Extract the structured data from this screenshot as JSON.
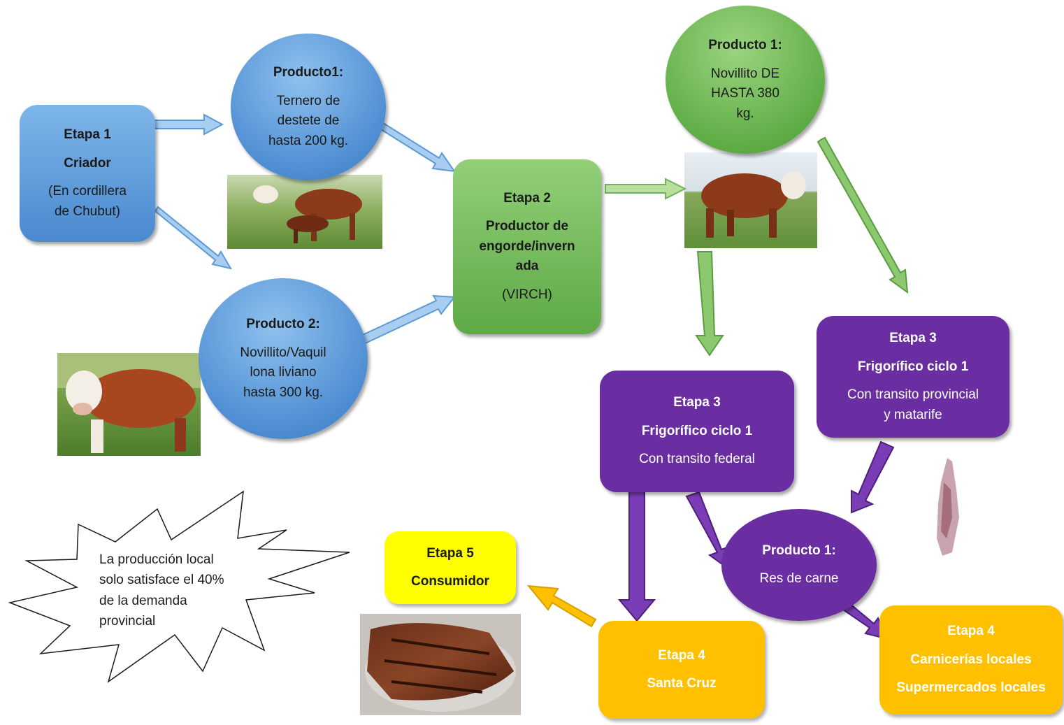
{
  "colors": {
    "blue": "#5b9bd5",
    "green": "#70b35a",
    "purple": "#6a2ea2",
    "orange": "#ffc000",
    "yellow": "#ffff00"
  },
  "nodes": {
    "etapa1": {
      "title": "Etapa 1",
      "subtitle": "Criador",
      "detail_1": "(En  cordillera",
      "detail_2": "de Chubut)"
    },
    "producto1_ternero": {
      "title": "Producto1:",
      "line_1": "Ternero de",
      "line_2": "destete de",
      "line_3": "hasta  200 kg."
    },
    "producto2_novillito": {
      "title": "Producto 2:",
      "line_1": "Novillito/Vaquil",
      "line_2": "lona liviano",
      "line_3": "hasta  300 kg."
    },
    "etapa2": {
      "title": "Etapa 2",
      "line_1": "Productor de",
      "line_2": "engorde/invern",
      "line_3": "ada",
      "detail": "(VIRCH)"
    },
    "producto1_novillito": {
      "title": "Producto 1:",
      "line_1": "Novillito DE",
      "line_2": "HASTA 380",
      "line_3": "kg."
    },
    "etapa3_federal": {
      "title": "Etapa 3",
      "subtitle": "Frigorífico  ciclo 1",
      "detail": "Con transito federal"
    },
    "etapa3_provincial": {
      "title": "Etapa 3",
      "subtitle": "Frigorífico  ciclo 1",
      "detail_1": "Con transito provincial",
      "detail_2": "y matarife"
    },
    "producto1_res": {
      "title": "Producto 1:",
      "detail": "Res de carne"
    },
    "etapa4_santacruz": {
      "title": "Etapa 4",
      "detail": "Santa Cruz"
    },
    "etapa4_locales": {
      "title": "Etapa 4",
      "detail_1": "Carnicerías locales",
      "detail_2": "Supermercados locales"
    },
    "etapa5": {
      "title": "Etapa 5",
      "subtitle": "Consumidor"
    }
  },
  "callout": {
    "line_1": "La producción local",
    "line_2": "solo satisface el 40%",
    "line_3": "de la demanda",
    "line_4": "provincial"
  }
}
